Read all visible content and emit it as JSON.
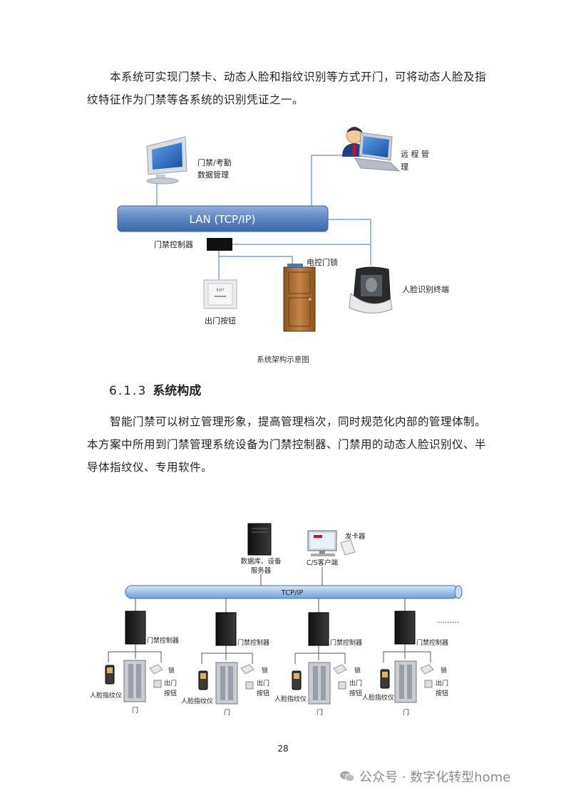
{
  "intro": {
    "line1": "本系统可实现门禁卡、动态人脸和指纹识别等方式开门，可将动态人脸及指",
    "line2": "纹特征作为门禁等各系统的识别凭证之一。"
  },
  "diagram1": {
    "lan_label": "LAN (TCP/IP)",
    "pc_label_1": "门禁/考勤",
    "pc_label_2": "数据管理",
    "remote_label_1": "远 程 管",
    "remote_label_2": "理",
    "controller_label": "门禁控制器",
    "lock_label": "电控门锁",
    "face_label": "人脸识别终端",
    "button_label": "出门按钮",
    "button_text": "EXIT"
  },
  "caption": "系统架构示意图",
  "section": {
    "number": "6.1.3",
    "title": "系统构成"
  },
  "body": {
    "line1": "智能门禁可以树立管理形象，提高管理档次，同时规范化内部的管理体制。",
    "line2": "本方案中所用到门禁管理系统设备为门禁控制器、门禁用的动态人脸识别仪、半",
    "line3": "导体指纹仪、专用软件。"
  },
  "diagram2": {
    "bus_label": "TCP/IP",
    "server_label_1": "数据库、设备",
    "server_label_2": "服务器",
    "client_label": "C/S客户端",
    "card_issuer_label": "发卡器",
    "ellipsis": "………",
    "controller_label": "门禁控制器",
    "lock_label": "锁",
    "exit_label_1": "出门",
    "exit_label_2": "按钮",
    "face_fp_label": "人脸指纹仪",
    "door_label": "门"
  },
  "page_number": "28",
  "watermark": "公众号 · 数字化转型home"
}
